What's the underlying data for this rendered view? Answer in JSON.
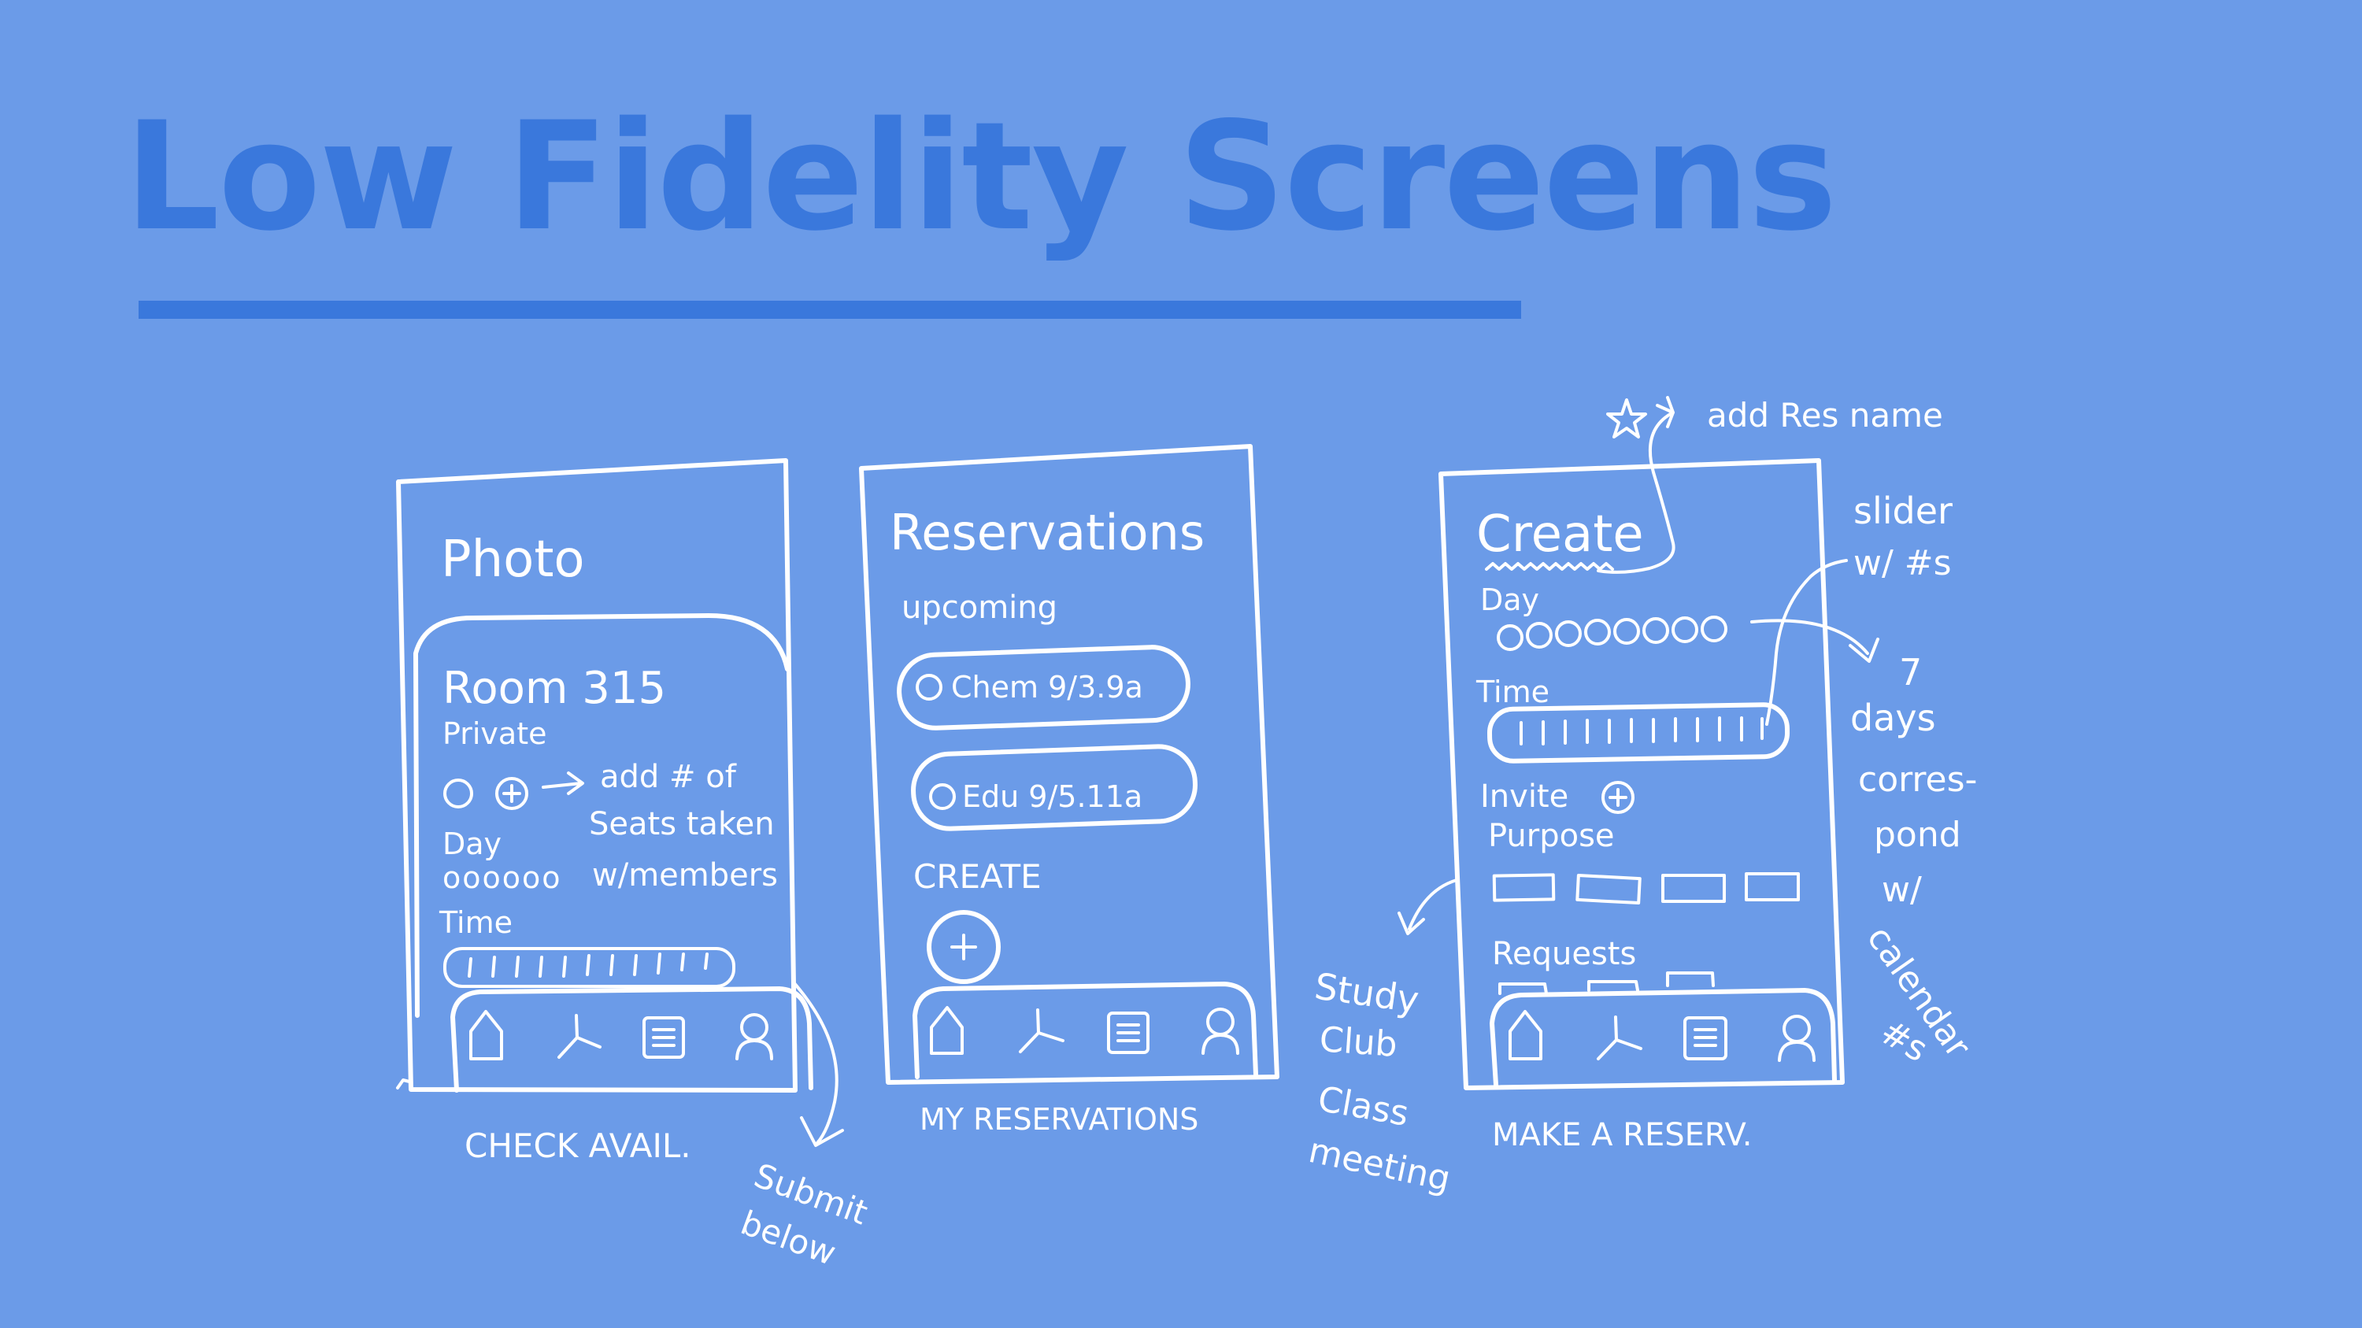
{
  "slide": {
    "title": "Low Fidelity Screens",
    "colors": {
      "background": "#6b9be8",
      "title": "#3a78dc",
      "sketch": "#ffffff"
    }
  },
  "screen1": {
    "header": "Photo",
    "room": "Room 315",
    "privacy": "Private",
    "day_label": "Day",
    "day_dots": "oooooo",
    "time_label": "Time",
    "note_add_seats": "add # of",
    "note_seats_taken": "Seats taken",
    "note_members": "w/members",
    "caption": "CHECK AVAIL.",
    "note_submit": "Submit",
    "note_below": "below",
    "nav_icons": [
      "home-icon",
      "branch-icon",
      "list-icon",
      "profile-icon"
    ]
  },
  "screen2": {
    "header": "Reservations",
    "upcoming_label": "upcoming",
    "reservations": [
      "Chem 9/3.9a",
      "Edu 9/5.11a"
    ],
    "create_label": "CREATE",
    "caption": "MY RESERVATIONS",
    "nav_icons": [
      "home-icon",
      "branch-icon",
      "list-icon",
      "profile-icon"
    ]
  },
  "screen3": {
    "header": "Create",
    "day_label": "Day",
    "time_label": "Time",
    "invite_label": "Invite",
    "purpose_label": "Purpose",
    "requests_label": "Requests",
    "caption": "MAKE A RESERV.",
    "note_res_name": "add Res name",
    "note_slider_1": "slider",
    "note_slider_2": "w/ #s",
    "note_days": [
      "7",
      "days",
      "corres-",
      "pond",
      "w/",
      "calendar",
      "#s"
    ],
    "note_purpose": [
      "Study",
      "Club",
      "Class",
      "meeting"
    ],
    "nav_icons": [
      "home-icon",
      "branch-icon",
      "list-icon",
      "profile-icon"
    ]
  }
}
